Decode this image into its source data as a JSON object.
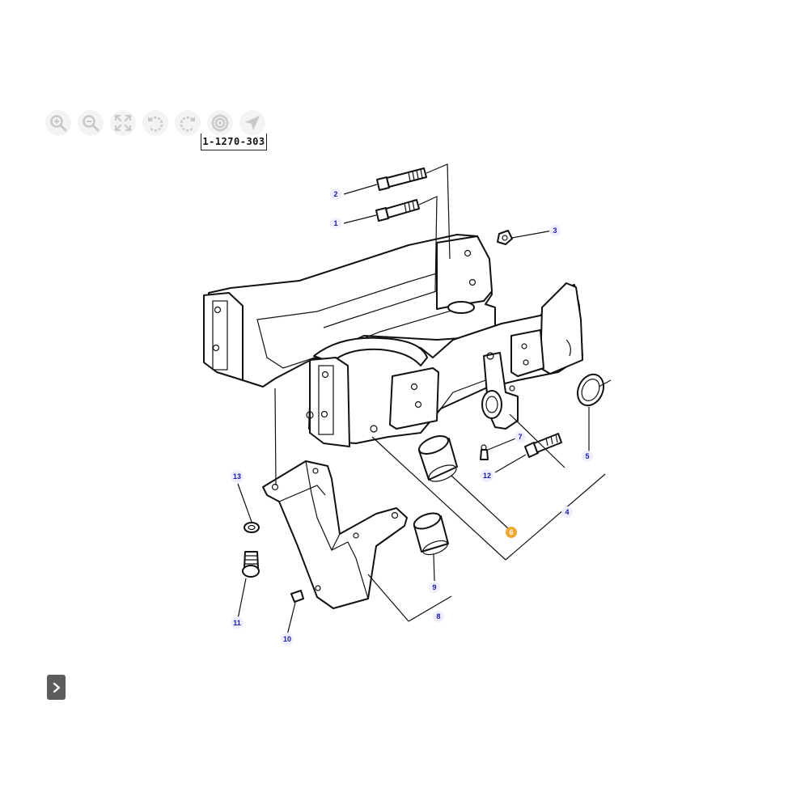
{
  "toolbar": {
    "tools": [
      {
        "name": "zoom-in-icon"
      },
      {
        "name": "zoom-out-icon"
      },
      {
        "name": "fit-screen-icon"
      },
      {
        "name": "rotate-left-icon"
      },
      {
        "name": "rotate-right-icon"
      },
      {
        "name": "target-icon"
      },
      {
        "name": "pointer-icon"
      }
    ]
  },
  "reference_code": "1-1270-303",
  "callouts": {
    "c1": "1",
    "c2": "2",
    "c3": "3",
    "c4": "4",
    "c5": "5",
    "c6": "6",
    "c7": "7",
    "c8": "8",
    "c9": "9",
    "c10": "10",
    "c11": "11",
    "c12": "12",
    "c13": "13"
  },
  "selected_callout": "6",
  "colors": {
    "callout_text": "#1a1aa6",
    "selected_callout": "#f0a832",
    "toolbar_icon": "#c8c8c8",
    "expand_button": "#5c5c5c"
  },
  "expand_button": {
    "icon": "chevron-right-icon"
  }
}
